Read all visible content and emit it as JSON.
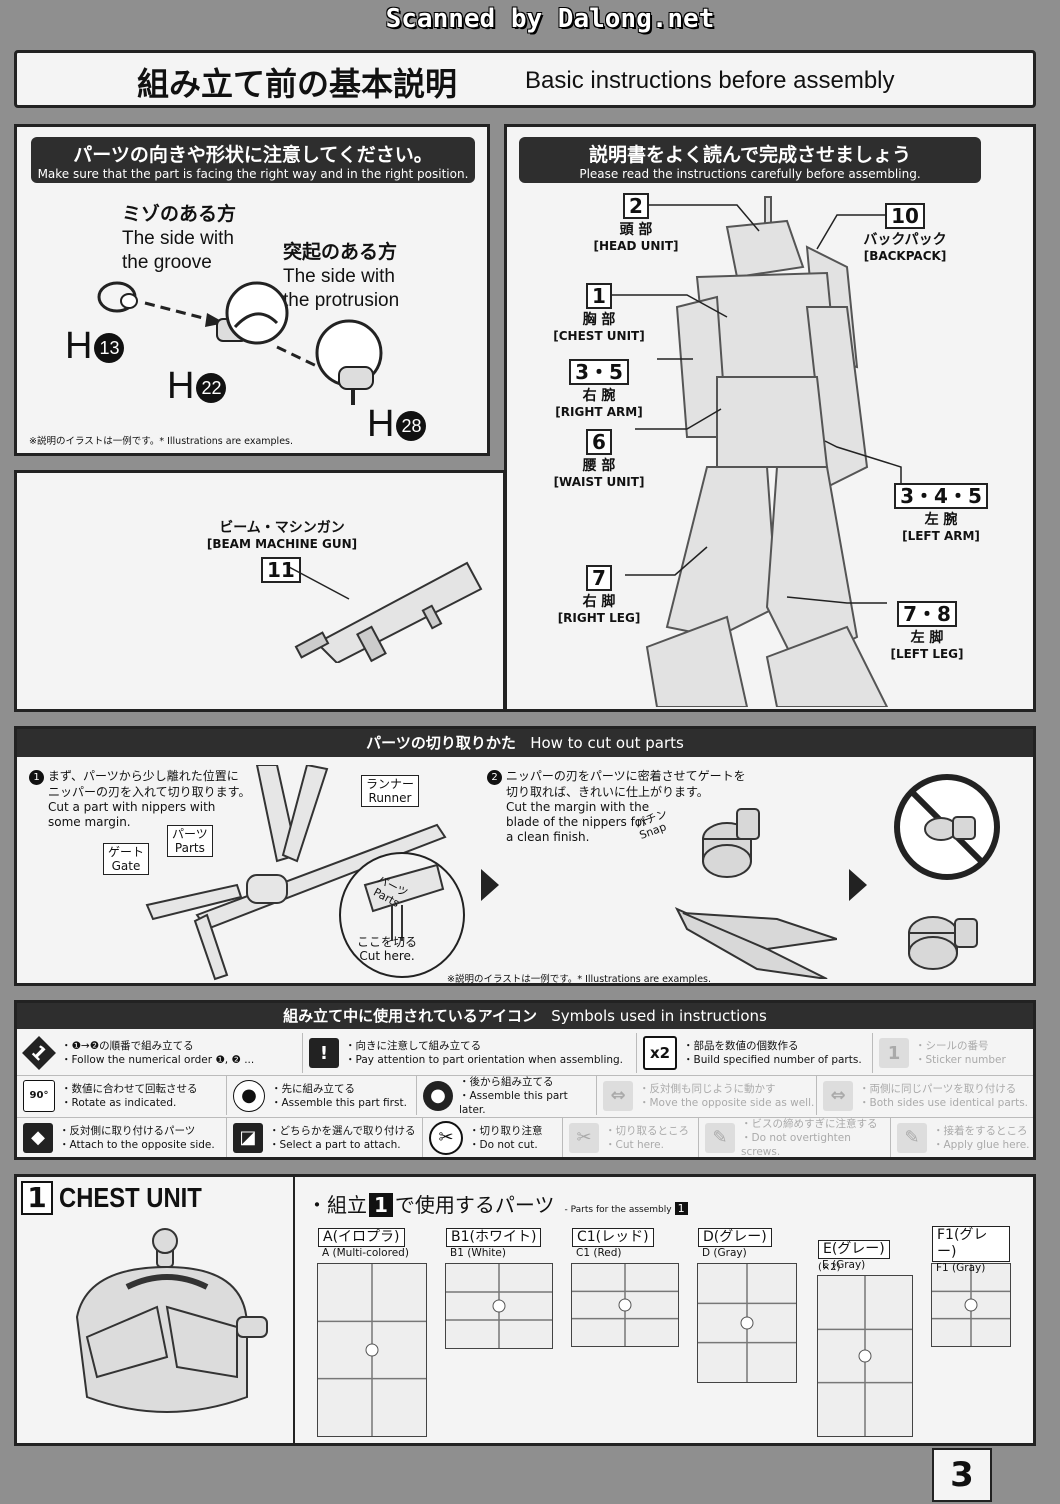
{
  "scan_banner": "Scanned by Dalong.net",
  "header": {
    "title_jp": "組み立て前の基本説明",
    "title_en": "Basic instructions before assembly"
  },
  "orientation": {
    "title_jp": "パーツの向きや形状に注意してください。",
    "title_en": "Make sure that the part is facing the right way and in the right position.",
    "groove_jp": "ミゾのある方",
    "groove_en1": "The side with",
    "groove_en2": "the groove",
    "protrusion_jp": "突起のある方",
    "protrusion_en1": "The side with",
    "protrusion_en2": "the protrusion",
    "part1": "H",
    "part1_num": "13",
    "part2": "H",
    "part2_num": "22",
    "part3": "H",
    "part3_num": "28",
    "note": "※説明のイラストは一例です。* Illustrations are examples."
  },
  "instructions": {
    "title_jp": "説明書をよく読んで完成させましょう",
    "title_en": "Please read the instructions carefully before assembling.",
    "labels": [
      {
        "nums": "2",
        "jp": "頭 部",
        "en": "[HEAD UNIT]"
      },
      {
        "nums": "10",
        "jp": "バックパック",
        "en": "[BACKPACK]"
      },
      {
        "nums": "1",
        "jp": "胸 部",
        "en": "[CHEST UNIT]"
      },
      {
        "nums": "3・5",
        "jp": "右 腕",
        "en": "[RIGHT ARM]"
      },
      {
        "nums": "6",
        "jp": "腰 部",
        "en": "[WAIST UNIT]"
      },
      {
        "nums": "3・4・5",
        "jp": "左 腕",
        "en": "[LEFT ARM]"
      },
      {
        "nums": "7",
        "jp": "右 脚",
        "en": "[RIGHT LEG]"
      },
      {
        "nums": "7・8",
        "jp": "左 脚",
        "en": "[LEFT LEG]"
      }
    ]
  },
  "gun": {
    "nums": "11",
    "jp": "ビーム・マシンガン",
    "en": "[BEAM MACHINE GUN]"
  },
  "cutting": {
    "title_jp": "パーツの切り取りかた",
    "title_en": "How to cut out parts",
    "step1_num": "1",
    "step1_jp1": "まず、パーツから少し離れた位置に",
    "step1_jp2": "ニッパーの刃を入れて切り取ります。",
    "step1_en1": "Cut a part with nippers with",
    "step1_en2": "some margin.",
    "runner_jp": "ランナー",
    "runner_en": "Runner",
    "parts_jp": "パーツ",
    "parts_en": "Parts",
    "gate_jp": "ゲート",
    "gate_en": "Gate",
    "cut_jp": "ここを切る",
    "cut_en": "Cut here.",
    "step2_num": "2",
    "step2_jp1": "ニッパーの刃をパーツに密着させてゲートを",
    "step2_jp2": "切り取れば、きれいに仕上がります。",
    "step2_en1": "Cut the margin with the",
    "step2_en2": "blade of the nippers for",
    "step2_en3": "a clean finish.",
    "snap_jp": "パチン",
    "snap_en": "Snap",
    "note": "※説明のイラストは一例です。* Illustrations are examples."
  },
  "symbols": {
    "title_jp": "組み立て中に使用されているアイコン",
    "title_en": "Symbols used in instructions",
    "items": [
      {
        "icon": "1",
        "jp": "・❶→❷の順番で組み立てる",
        "en": "・Follow the numerical order ❶, ❷ ..."
      },
      {
        "icon": "!",
        "jp": "・向きに注意して組み立てる",
        "en": "・Pay attention to part orientation when assembling."
      },
      {
        "icon": "x2",
        "jp": "・部品を数値の個数作る",
        "en": "・Build specified number of parts."
      },
      {
        "icon": "1",
        "jp": "・シールの番号",
        "en": "・Sticker number"
      },
      {
        "icon": "90°",
        "jp": "・数値に合わせて回転させる",
        "en": "・Rotate as indicated."
      },
      {
        "icon": "●",
        "jp": "・先に組み立てる",
        "en": "・Assemble this part first."
      },
      {
        "icon": "●",
        "jp": "・後から組み立てる",
        "en": "・Assemble this part later."
      },
      {
        "icon": "⇔",
        "jp": "・反対側も同じように動かす",
        "en": "・Move the opposite side as well."
      },
      {
        "icon": "⇔",
        "jp": "・両側に同じパーツを取り付ける",
        "en": "・Both sides use identical parts."
      },
      {
        "icon": "◆",
        "jp": "・反対側に取り付けるパーツ",
        "en": "・Attach to the opposite side."
      },
      {
        "icon": "◪",
        "jp": "・どちらかを選んで取り付ける",
        "en": "・Select a part to attach."
      },
      {
        "icon": "✂",
        "jp": "・切り取り注意",
        "en": "・Do not cut."
      },
      {
        "icon": "✂",
        "jp": "・切り取るところ",
        "en": "・Cut here."
      },
      {
        "icon": "✎",
        "jp": "・ビスの締めすぎに注意する",
        "en": "・Do not overtighten screws."
      },
      {
        "icon": "✎",
        "jp": "・接着をするところ",
        "en": "・Apply glue here."
      }
    ]
  },
  "chest": {
    "num": "1",
    "title": "CHEST UNIT",
    "parts_title_pre": "・組立",
    "parts_title_num": "1",
    "parts_title_post": "で使用するパーツ",
    "parts_sub": "- Parts for the assembly",
    "parts_sub_num": "1",
    "runners": [
      {
        "jp": "A(イロプラ)",
        "en": "A (Multi-colored)",
        "mult": ""
      },
      {
        "jp": "B1(ホワイト)",
        "en": "B1 (White)",
        "mult": ""
      },
      {
        "jp": "C1(レッド)",
        "en": "C1 (Red)",
        "mult": ""
      },
      {
        "jp": "D(グレー)",
        "en": "D (Gray)",
        "mult": ""
      },
      {
        "jp": "E(グレー)",
        "en": "E (Gray)",
        "mult": "(×2)"
      },
      {
        "jp": "F1(グレー)",
        "en": "F1 (Gray)",
        "mult": ""
      }
    ]
  },
  "page_number": "3"
}
